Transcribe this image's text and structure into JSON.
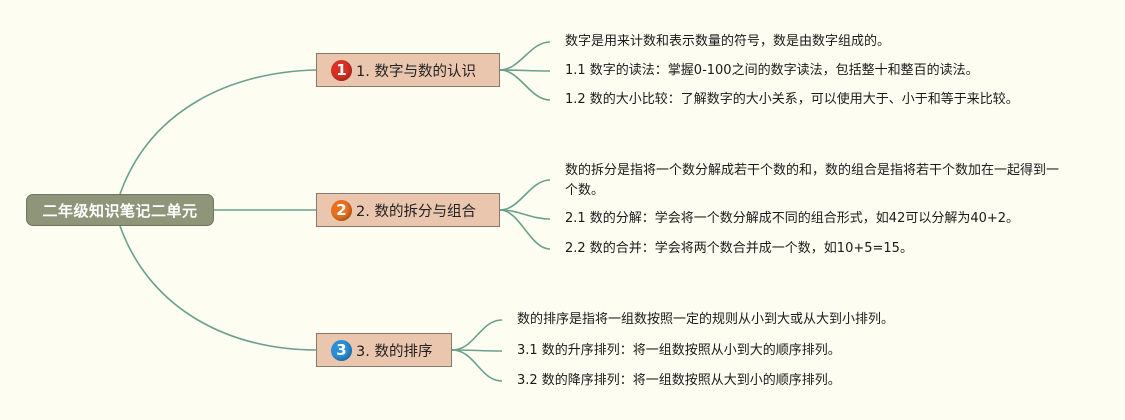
{
  "root": {
    "label": "二年级知识笔记二单元"
  },
  "colors": {
    "root_fill": "#8f9579",
    "branch_fill": "#ebc6ae",
    "connector": "#6b9f8e",
    "background": "#fefdf1"
  },
  "branches": [
    {
      "number": "1",
      "number_color": "#d93025",
      "title": "1. 数字与数的认识",
      "leaves": [
        "数字是用来计数和表示数量的符号，数是由数字组成的。",
        "1.1 数字的读法：掌握0-100之间的数字读法，包括整十和整百的读法。",
        "1.2 数的大小比较：了解数字的大小关系，可以使用大于、小于和等于来比较。"
      ]
    },
    {
      "number": "2",
      "number_color": "#e8711f",
      "title": "2. 数的拆分与组合",
      "leaves": [
        "数的拆分是指将一个数分解成若干个数的和，数的组合是指将若干个数加在一起得到一个数。",
        "2.1 数的分解：学会将一个数分解成不同的组合形式，如42可以分解为40+2。",
        "2.2 数的合并：学会将两个数合并成一个数，如10+5=15。"
      ]
    },
    {
      "number": "3",
      "number_color": "#2a8fd8",
      "title": "3. 数的排序",
      "leaves": [
        "数的排序是指将一组数按照一定的规则从小到大或从大到小排列。",
        "3.1 数的升序排列：将一组数按照从小到大的顺序排列。",
        "3.2 数的降序排列：将一组数按照从大到小的顺序排列。"
      ]
    }
  ]
}
